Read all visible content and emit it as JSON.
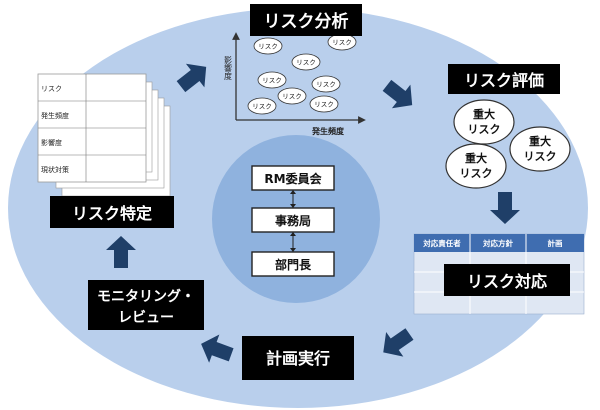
{
  "steps": {
    "identify": "リスク特定",
    "analyze": "リスク分析",
    "evaluate": "リスク評価",
    "respond": "リスク対応",
    "execute": "計画実行",
    "monitor_line1": "モニタリング・",
    "monitor_line2": "レビュー"
  },
  "identify_sheet": {
    "rows": [
      "リスク",
      "発生頻度",
      "影響度",
      "現状対策"
    ]
  },
  "analysis_plot": {
    "y_axis_label": "影響度",
    "x_axis_label": "発生頻度",
    "bubble_label": "リスク"
  },
  "evaluation": {
    "major_risk_line1": "重大",
    "major_risk_line2": "リスク"
  },
  "response_table": {
    "headers": [
      "対応責任者",
      "対応方針",
      "計画"
    ]
  },
  "organization": {
    "committee": "RM委員会",
    "office": "事務局",
    "department": "部門長"
  },
  "colors": {
    "outer_ellipse": "#b9cfec",
    "inner_circle": "#8fb2de",
    "arrow": "#1f3f68",
    "label_bg": "#000000",
    "table_header": "#3f6db0"
  }
}
